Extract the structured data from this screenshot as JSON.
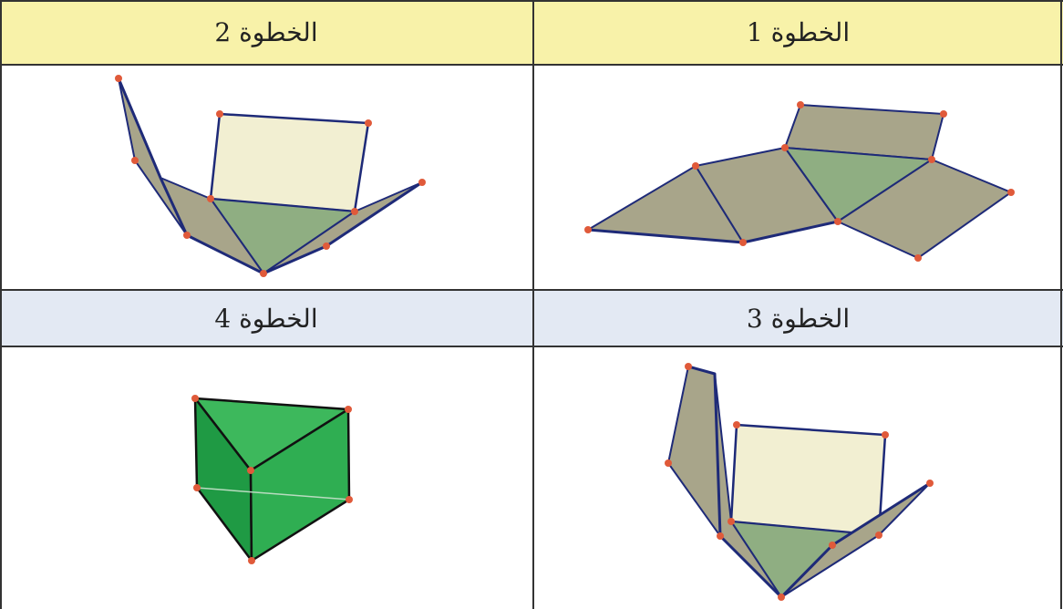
{
  "table": {
    "step1": "الخطوة 1",
    "step2": "الخطوة 2",
    "step3": "الخطوة 3",
    "step4": "الخطوة 4"
  },
  "colors": {
    "header_yellow": "#f8f2a9",
    "header_blue": "#e3e9f3",
    "rect_face": "#a8a58a",
    "base_face": "#8fae82",
    "top_face": "#f2efd2",
    "prism_face": "#2fa64f",
    "edge": "#1e2a78",
    "vertex": "#e05a3a"
  }
}
